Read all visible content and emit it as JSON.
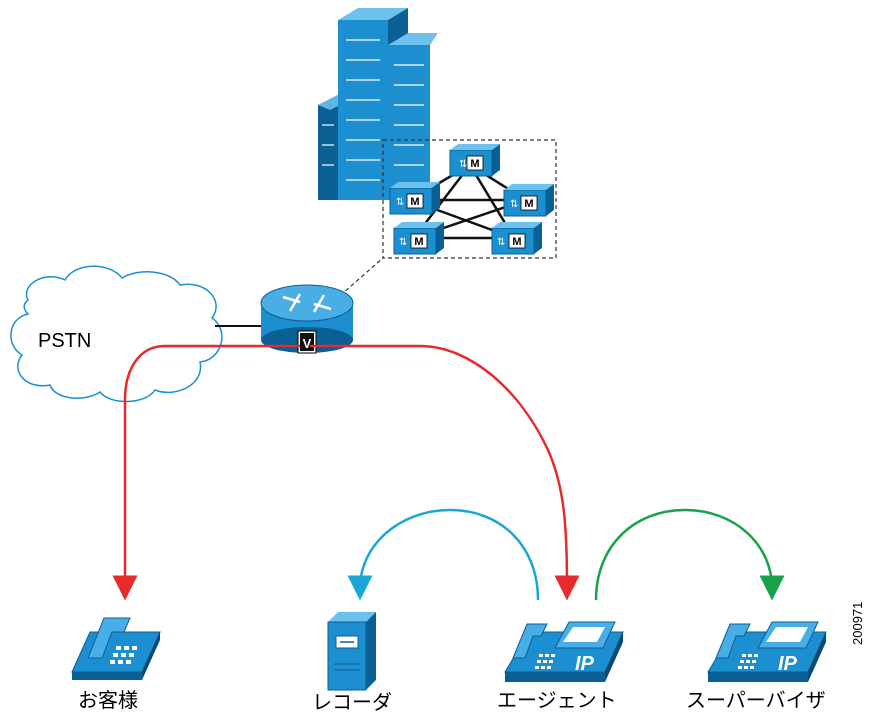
{
  "labels": {
    "pstn": "PSTN",
    "customer": "お客様",
    "recorder": "レコーダ",
    "agent": "エージェント",
    "supervisor": "スーパーバイザ",
    "figure_id": "200971"
  },
  "phone_badge": "IP",
  "call_manager_badge": "M",
  "gateway_badge": "V",
  "colors": {
    "device_blue": "#1b8fd0",
    "device_dark": "#0a5f95",
    "call_path": "#e52b2b",
    "record_path": "#1aa6d6",
    "supervisor_path": "#16a34a"
  }
}
